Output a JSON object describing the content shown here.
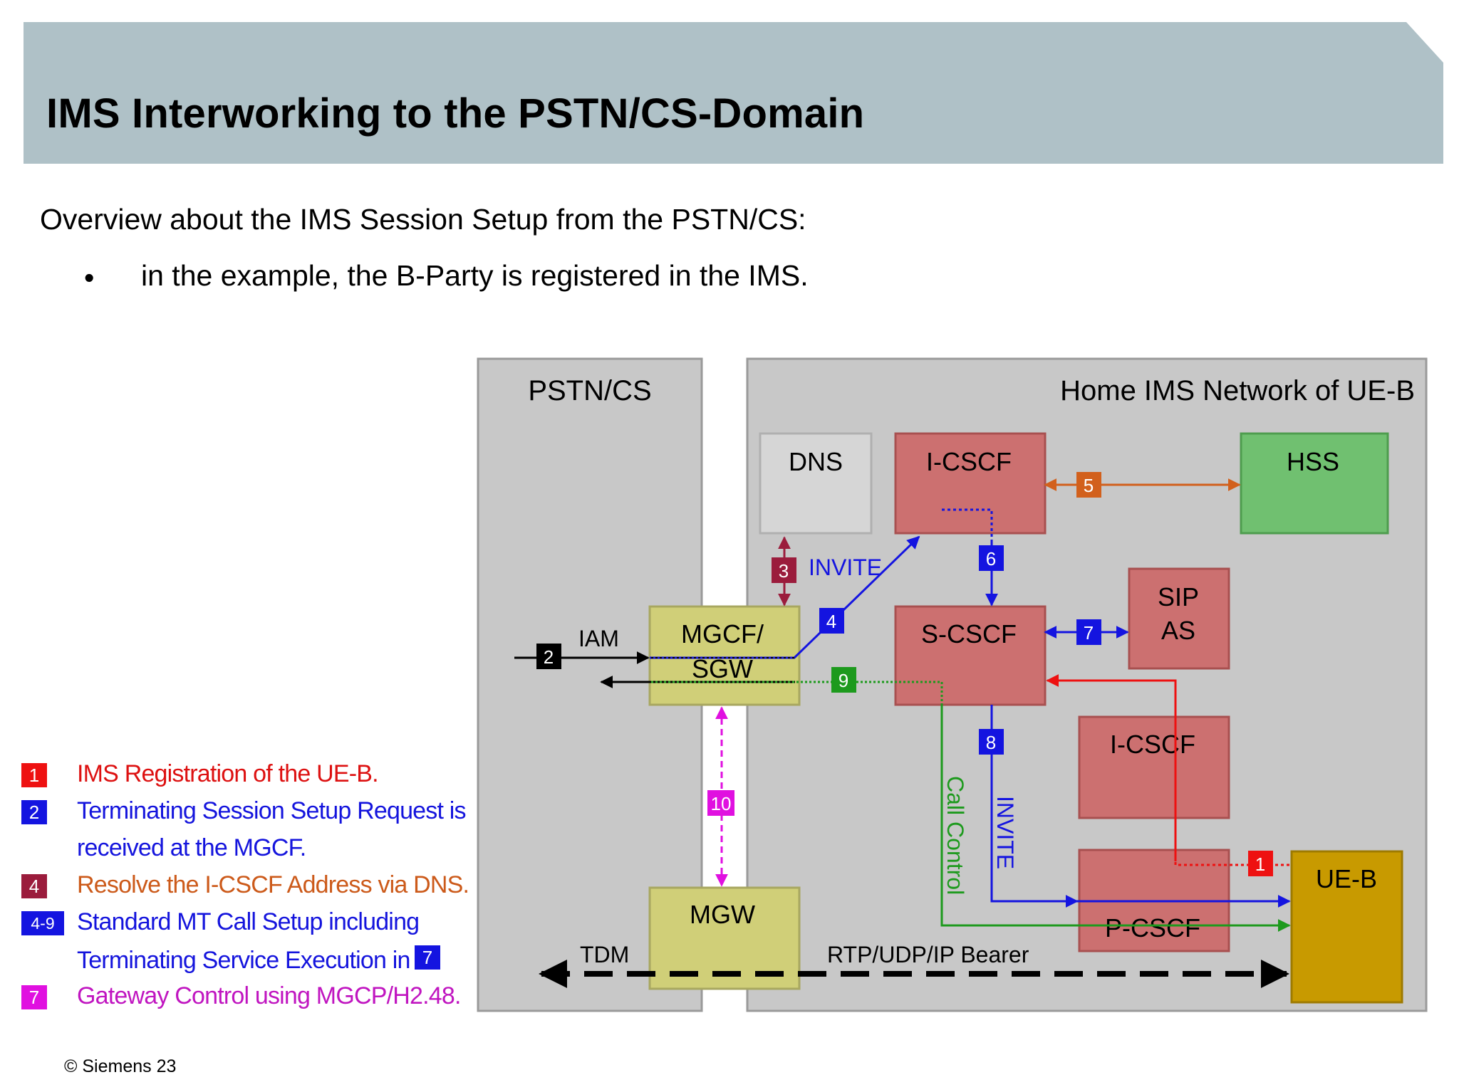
{
  "slide": {
    "title": "IMS Interworking to the PSTN/CS-Domain",
    "intro": "Overview about the IMS Session Setup from the PSTN/CS:",
    "bullet": "in the example, the B-Party is registered in the IMS.",
    "bullet_symbol": "•",
    "footer": "© Siemens 23"
  },
  "diagram": {
    "regions": {
      "pstn": "PSTN/CS",
      "home": "Home IMS Network of UE-B"
    },
    "nodes": {
      "dns": "DNS",
      "icscf_top": "I-CSCF",
      "hss": "HSS",
      "sip_as_line1": "SIP",
      "sip_as_line2": "AS",
      "mgcf_line1": "MGCF/",
      "mgcf_line2": "SGW",
      "scscf": "S-CSCF",
      "icscf_mid": "I-CSCF",
      "pcscf": "P-CSCF",
      "ueb": "UE-B",
      "mgw": "MGW"
    },
    "labels": {
      "iam": "IAM",
      "invite_top": "INVITE",
      "invite_vertical": "INVITE",
      "call_control": "Call Control",
      "tdm": "TDM",
      "bearer": "RTP/UDP/IP Bearer"
    },
    "steps": {
      "s1": "1",
      "s2": "2",
      "s3": "3",
      "s4": "4",
      "s5": "5",
      "s6": "6",
      "s7": "7",
      "s8": "8",
      "s9": "9",
      "s10": "10"
    },
    "colors": {
      "red": "#ee1111",
      "blue": "#1414e0",
      "maroon": "#9b1c3c",
      "orange": "#d2601c",
      "green": "#1d9a1d",
      "magenta": "#e010e0",
      "cscf_fill": "#cc7070",
      "hss_fill": "#70c070",
      "mgcf_fill": "#d0cf78",
      "ueb_fill": "#c89a00"
    }
  },
  "legend": [
    {
      "badge": "1",
      "color": "#ee1111",
      "text_color": "#dd1111",
      "lines": [
        "IMS Registration of the UE-B."
      ]
    },
    {
      "badge": "2",
      "color": "#1414e0",
      "text_color": "#1414dd",
      "lines": [
        "Terminating Session Setup Request is",
        "received at the MGCF."
      ]
    },
    {
      "badge": "4",
      "color": "#9b1c3c",
      "text_color": "#cc5a1a",
      "lines": [
        "Resolve the I-CSCF Address via DNS."
      ]
    },
    {
      "badge": "4-9",
      "color": "#1414e0",
      "text_color": "#1414dd",
      "lines": [
        "Standard MT Call Setup including",
        "Terminating Service Execution in"
      ],
      "inline_badge": "7"
    },
    {
      "badge": "7",
      "color": "#e010e0",
      "text_color": "#c015c0",
      "lines": [
        "Gateway Control using MGCP/H2.48."
      ]
    }
  ]
}
